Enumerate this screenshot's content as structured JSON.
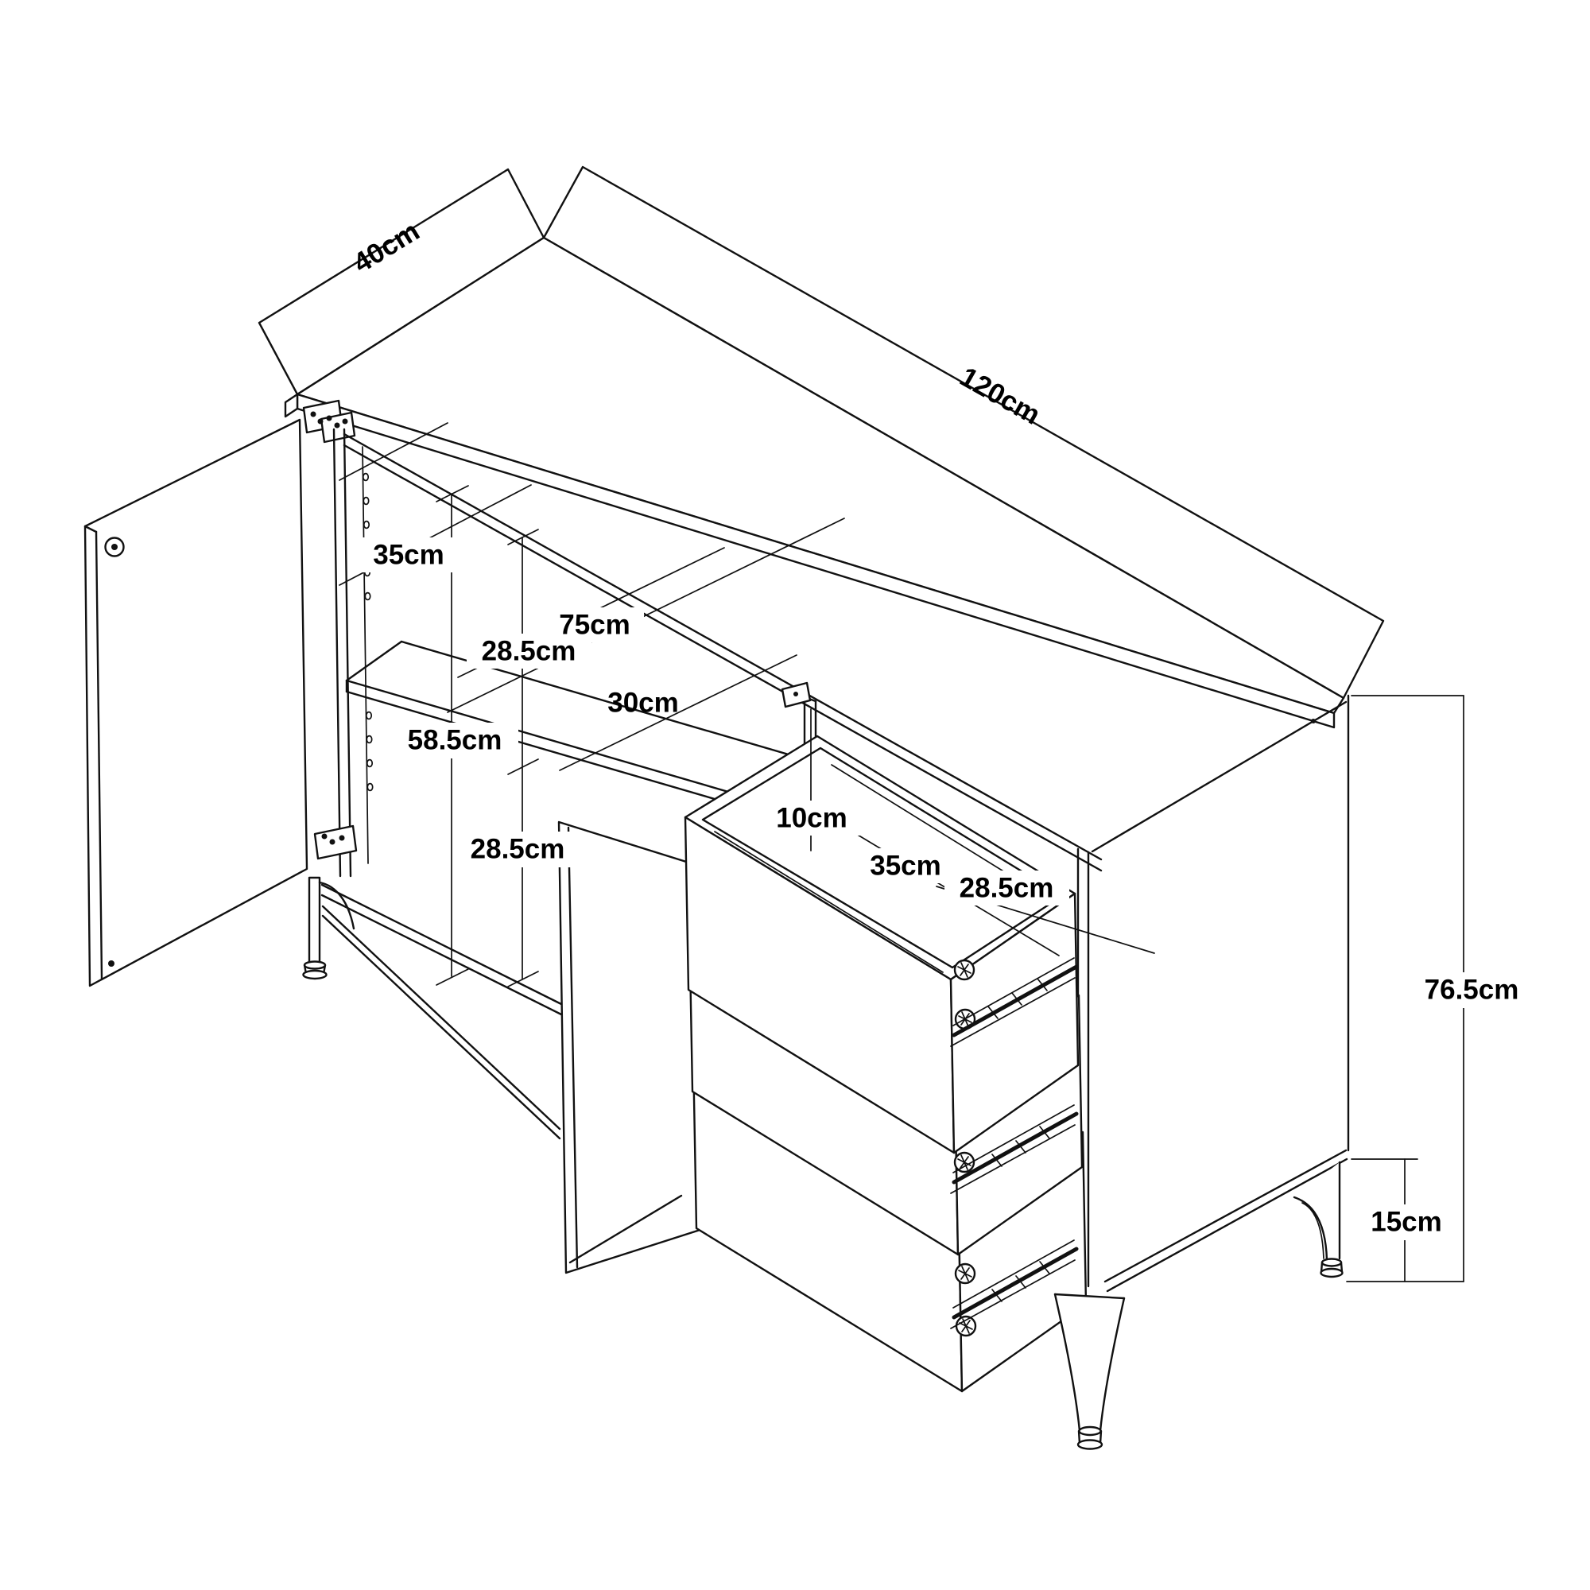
{
  "colors": {
    "line": "#111111",
    "background": "#ffffff",
    "text": "#000000"
  },
  "dimensions": {
    "top_depth": "40cm",
    "top_width": "120cm",
    "shelf_pin_spacing": "35cm",
    "left_compartment_width": "75cm",
    "upper_compartment_height": "28.5cm",
    "drawer_section_width": "30cm",
    "interior_height": "58.5cm",
    "lower_compartment_height": "28.5cm",
    "drawer_back_gap": "10cm",
    "drawer_inner_width": "35cm",
    "drawer_inner_depth": "28.5cm",
    "overall_height": "76.5cm",
    "leg_height": "15cm"
  }
}
